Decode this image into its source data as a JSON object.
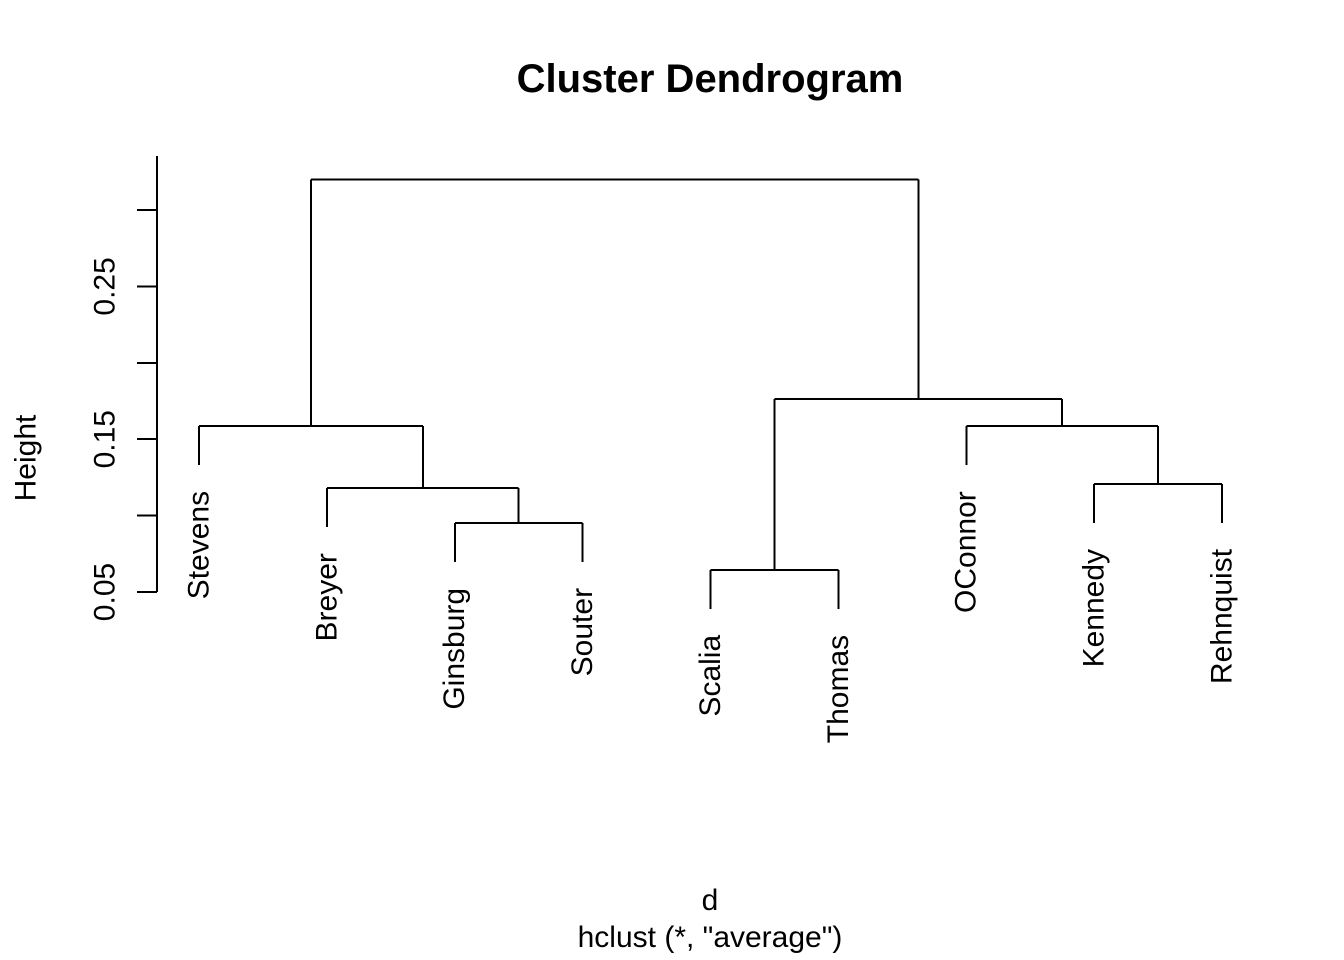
{
  "chart_data": {
    "type": "dendrogram",
    "title": "Cluster Dendrogram",
    "ylabel": "Height",
    "xlabel": "d",
    "subtitle": "hclust (*, \"average\")",
    "clustering_method": "average",
    "leaf_order": [
      "Stevens",
      "Breyer",
      "Ginsburg",
      "Souter",
      "Scalia",
      "Thomas",
      "OConnor",
      "Kennedy",
      "Rehnquist"
    ],
    "merges": [
      {
        "children": [
          "Scalia",
          "Thomas"
        ],
        "height": 0.0645
      },
      {
        "children": [
          "Ginsburg",
          "Souter"
        ],
        "height": 0.0952
      },
      {
        "children": [
          "Breyer",
          "@1"
        ],
        "height": 0.118
      },
      {
        "children": [
          "Kennedy",
          "Rehnquist"
        ],
        "height": 0.1207
      },
      {
        "children": [
          "OConnor",
          "@3"
        ],
        "height": 0.1585
      },
      {
        "children": [
          "Stevens",
          "@2"
        ],
        "height": 0.1587
      },
      {
        "children": [
          "@0",
          "@4"
        ],
        "height": 0.1762
      },
      {
        "children": [
          "@5",
          "@6"
        ],
        "height": 0.3199
      }
    ],
    "yticks": [
      {
        "value": 0.05,
        "label": "0.05"
      },
      {
        "value": 0.1,
        "label": ""
      },
      {
        "value": 0.15,
        "label": "0.15"
      },
      {
        "value": 0.2,
        "label": ""
      },
      {
        "value": 0.25,
        "label": "0.25"
      },
      {
        "value": 0.3,
        "label": ""
      }
    ],
    "ylim": [
      0.05,
      0.3355
    ],
    "hang": 0.0255,
    "grid": false,
    "legend": null
  },
  "colors": {
    "line": "#000000",
    "text": "#000000",
    "background": "#ffffff"
  }
}
